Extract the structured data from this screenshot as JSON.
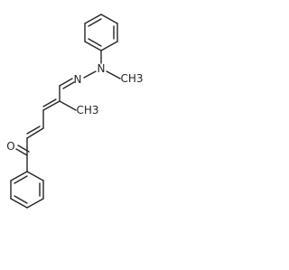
{
  "molecule": {
    "atoms": {
      "n_upper": "N",
      "n_lower": "N",
      "n_methyl": "CH3",
      "chain_methyl": "CH3",
      "carbonyl_oxygen": "O"
    }
  },
  "colors": {
    "bond": "#262626",
    "label": "#262626",
    "background": "#ffffff"
  }
}
